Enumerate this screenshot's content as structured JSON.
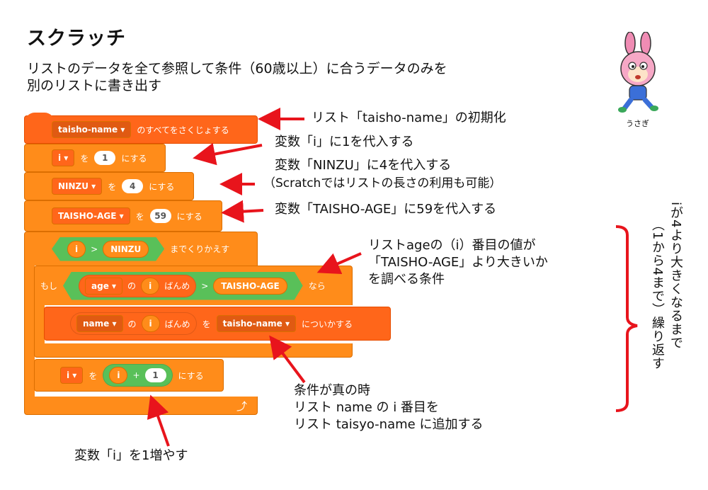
{
  "title": "スクラッチ",
  "subtitle": [
    "リストのデータを全て参照して条件（60歳以上）に合うデータのみを",
    "別のリストに書き出す"
  ],
  "mascot_label": "うさぎ",
  "blocks": {
    "clear": {
      "list": "taisho-name",
      "text": "のすべてをさくじょする"
    },
    "set_i": {
      "var": "i",
      "to": "を",
      "value": "1",
      "suffix": "にする"
    },
    "set_ninzu": {
      "var": "NINZU",
      "to": "を",
      "value": "4",
      "suffix": "にする"
    },
    "set_age": {
      "var": "TAISHO-AGE",
      "to": "を",
      "value": "59",
      "suffix": "にする"
    },
    "repeat": {
      "left": "i",
      "op": ">",
      "right": "NINZU",
      "text": "までくりかえす"
    },
    "if": {
      "prefix": "もし",
      "list": "age",
      "of": "の",
      "idx": "i",
      "ban": "ばんめ",
      "op": ">",
      "right": "TAISHO-AGE",
      "then": "なら"
    },
    "add": {
      "list": "name",
      "of": "の",
      "idx": "i",
      "ban": "ばんめ",
      "wo": "を",
      "target": "taisho-name",
      "text": "についかする"
    },
    "incr": {
      "var": "i",
      "to": "を",
      "left": "i",
      "op": "+",
      "right": "1",
      "suffix": "にする"
    },
    "loop_arrow": "⤴"
  },
  "notes": {
    "n1": "リスト「taisho-name」の初期化",
    "n2": "変数「i」に1を代入する",
    "n3a": "変数「NINZU」に4を代入する",
    "n3b": "（Scratchではリストの長さの利用も可能）",
    "n4": "変数「TAISHO-AGE」に59を代入する",
    "n5a": "リストageの（i）番目の値が",
    "n5b": "「TAISHO-AGE」より大きいか",
    "n5c": "を調べる条件",
    "n6a": "条件が真の時",
    "n6b": "リスト name の i 番目を",
    "n6c": "リスト taisyo-name に追加する",
    "n7": "変数「i」を1増やす",
    "v1": "iが4より大きくなるまで",
    "v2": "（1から4まで）繰り返す"
  },
  "colors": {
    "arrow": "#e8141c",
    "block": "#ff8c1a",
    "list_block": "#ff661a",
    "operator": "#59c059"
  }
}
